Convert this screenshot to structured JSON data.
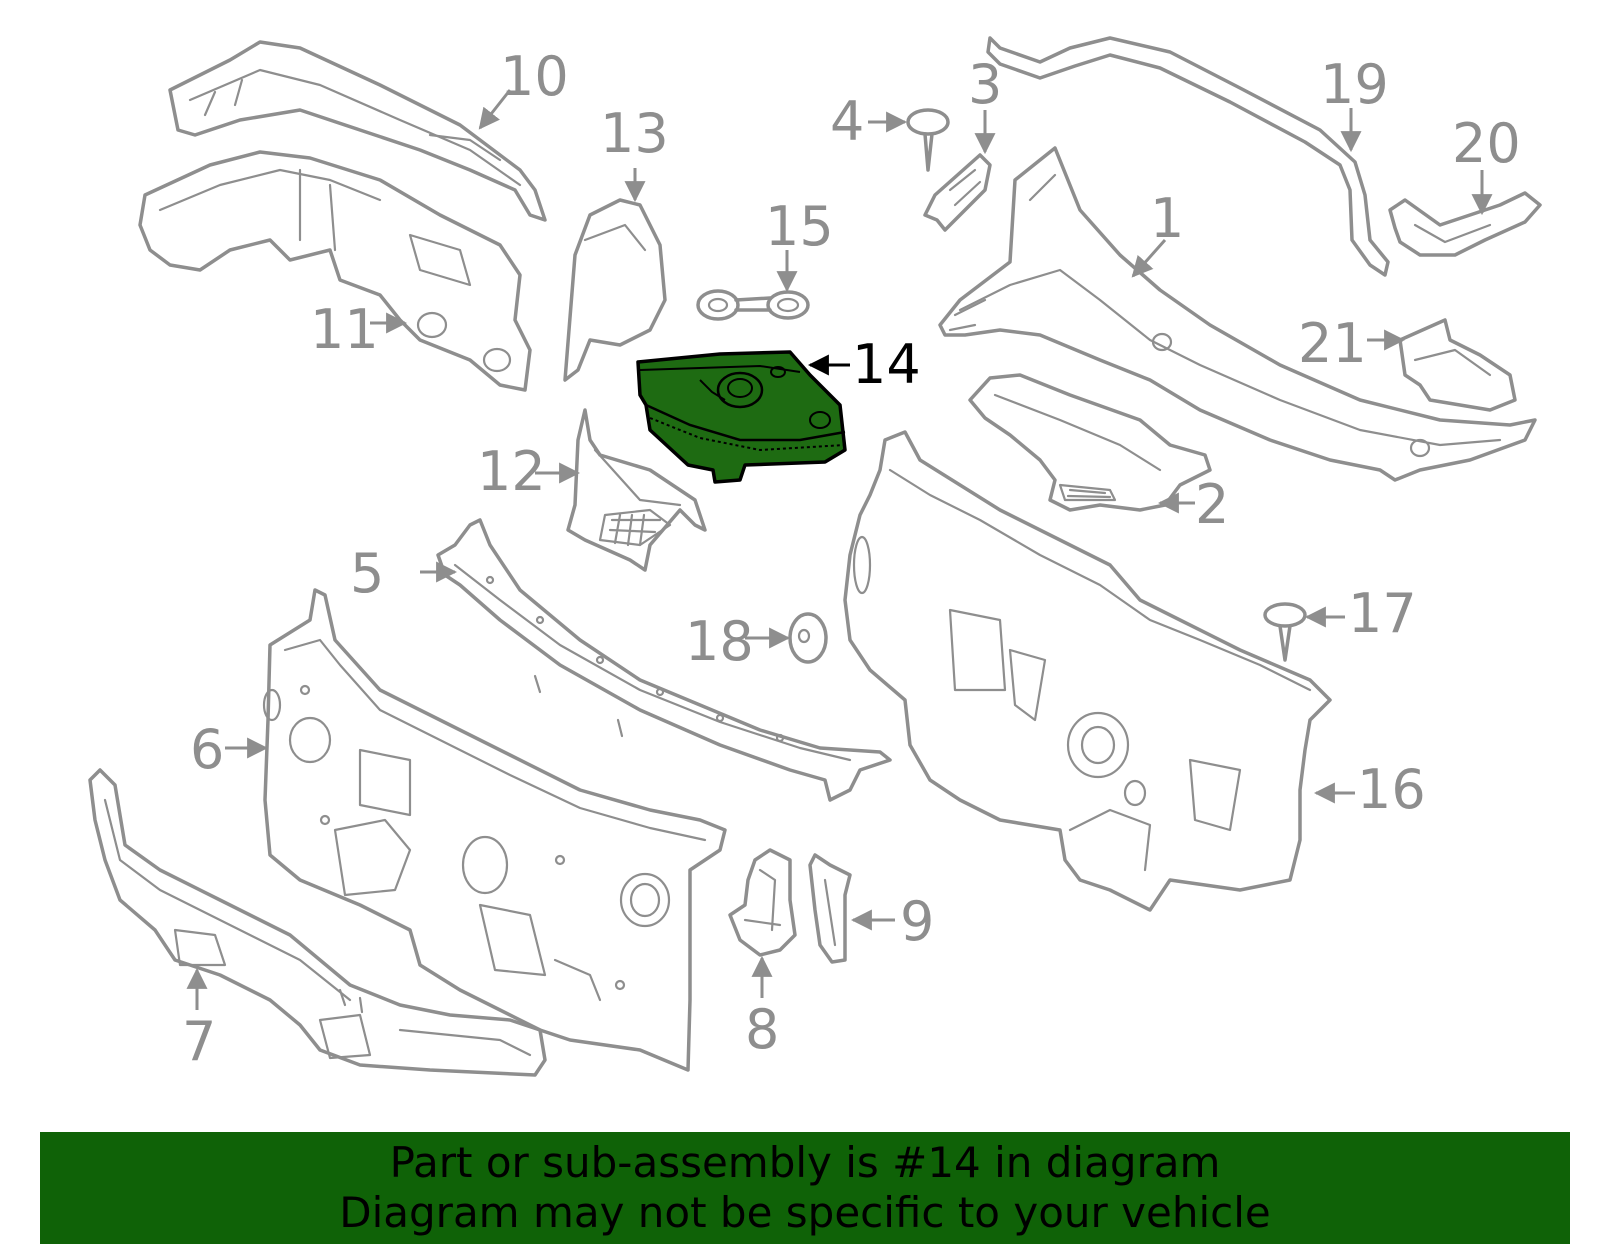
{
  "diagram": {
    "highlight_part": "14",
    "colors": {
      "outline": "#8e8e8e",
      "highlight_fill": "#1e6b12",
      "highlight_stroke": "#000000",
      "banner_bg": "#0f6207",
      "banner_text": "#000000"
    },
    "callouts": [
      {
        "id": "1",
        "label": "1"
      },
      {
        "id": "2",
        "label": "2"
      },
      {
        "id": "3",
        "label": "3"
      },
      {
        "id": "4",
        "label": "4"
      },
      {
        "id": "5",
        "label": "5"
      },
      {
        "id": "6",
        "label": "6"
      },
      {
        "id": "7",
        "label": "7"
      },
      {
        "id": "8",
        "label": "8"
      },
      {
        "id": "9",
        "label": "9"
      },
      {
        "id": "10",
        "label": "10"
      },
      {
        "id": "11",
        "label": "11"
      },
      {
        "id": "12",
        "label": "12"
      },
      {
        "id": "13",
        "label": "13"
      },
      {
        "id": "14",
        "label": "14"
      },
      {
        "id": "15",
        "label": "15"
      },
      {
        "id": "16",
        "label": "16"
      },
      {
        "id": "17",
        "label": "17"
      },
      {
        "id": "18",
        "label": "18"
      },
      {
        "id": "19",
        "label": "19"
      },
      {
        "id": "20",
        "label": "20"
      },
      {
        "id": "21",
        "label": "21"
      }
    ]
  },
  "banner": {
    "line1": "Part or sub-assembly is #14 in diagram",
    "line2": "Diagram may not be specific to your vehicle"
  }
}
